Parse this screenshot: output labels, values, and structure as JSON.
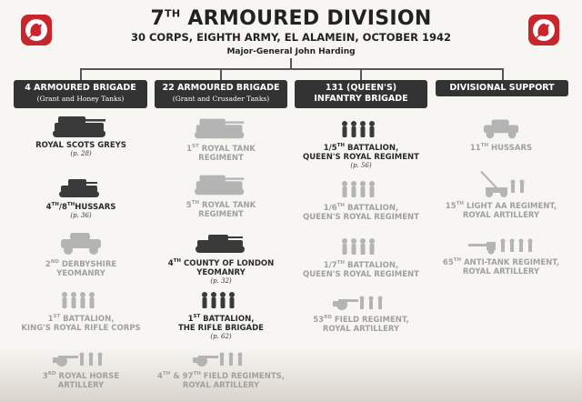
{
  "title": {
    "number": "7",
    "suffix": "TH",
    "text": " ARMOURED DIVISION"
  },
  "subtitle": "30 CORPS, EIGHTH ARMY, EL ALAMEIN, OCTOBER 1942",
  "commander": "Major-General John Harding",
  "columns": [
    {
      "title": "4 ARMOURED BRIGADE",
      "sub": "(Grant and Honey Tanks)"
    },
    {
      "title": "22 ARMOURED BRIGADE",
      "sub": "(Grant and Crusader Tanks)"
    },
    {
      "title_l1": "131 (QUEEN'S)",
      "title_l2": "INFANTRY BRIGADE"
    },
    {
      "title": "DIVISIONAL SUPPORT"
    }
  ],
  "units": {
    "c1": [
      {
        "l1": "ROYAL SCOTS GREYS",
        "page": "(p. 28)",
        "icon": "tank"
      },
      {
        "l1": "4TH/8TH HUSSARS",
        "page": "(p. 36)",
        "icon": "light-tank"
      },
      {
        "l1": "2ND DERBYSHIRE",
        "l2": "YEOMANRY",
        "icon": "armoured-car"
      },
      {
        "l1": "1ST BATTALION,",
        "l2": "KING'S ROYAL RIFLE CORPS",
        "icon": "infantry"
      },
      {
        "l1": "3RD ROYAL HORSE",
        "l2": "ARTILLERY",
        "icon": "field-gun"
      }
    ],
    "c2": [
      {
        "l1": "1ST ROYAL TANK",
        "l2": "REGIMENT",
        "icon": "tank"
      },
      {
        "l1": "5TH ROYAL TANK",
        "l2": "REGIMENT",
        "icon": "tank"
      },
      {
        "l1": "4TH COUNTY OF LONDON",
        "l2": "YEOMANRY",
        "page": "(p. 32)",
        "icon": "cruiser-tank"
      },
      {
        "l1": "1ST BATTALION,",
        "l2": "THE RIFLE BRIGADE",
        "page": "(p. 62)",
        "icon": "infantry"
      },
      {
        "l1": "4TH & 97TH FIELD REGIMENTS,",
        "l2": "ROYAL ARTILLERY",
        "icon": "field-gun"
      }
    ],
    "c3": [
      {
        "l1": "1/5TH BATTALION,",
        "l2": "QUEEN'S ROYAL REGIMENT",
        "page": "(p. 56)",
        "icon": "infantry"
      },
      {
        "l1": "1/6TH BATTALION,",
        "l2": "QUEEN'S ROYAL REGIMENT",
        "icon": "infantry"
      },
      {
        "l1": "1/7TH BATTALION,",
        "l2": "QUEEN'S ROYAL REGIMENT",
        "icon": "infantry"
      },
      {
        "l1": "53RD FIELD REGIMENT,",
        "l2": "ROYAL ARTILLERY",
        "icon": "field-gun"
      }
    ],
    "c4": [
      {
        "l1": "11TH HUSSARS",
        "icon": "armoured-car"
      },
      {
        "l1": "15TH LIGHT AA REGIMENT,",
        "l2": "ROYAL ARTILLERY",
        "icon": "aa-gun"
      },
      {
        "l1": "65TH ANTI-TANK REGIMENT,",
        "l2": "ROYAL ARTILLERY",
        "icon": "anti-tank-gun"
      }
    ]
  },
  "colors": {
    "emblem_red": "#c8262c",
    "header_bg": "#333333",
    "dim_text": "#a0a0a0",
    "icon_dark": "#3a3a3a",
    "icon_dim": "#b4b4b4"
  }
}
